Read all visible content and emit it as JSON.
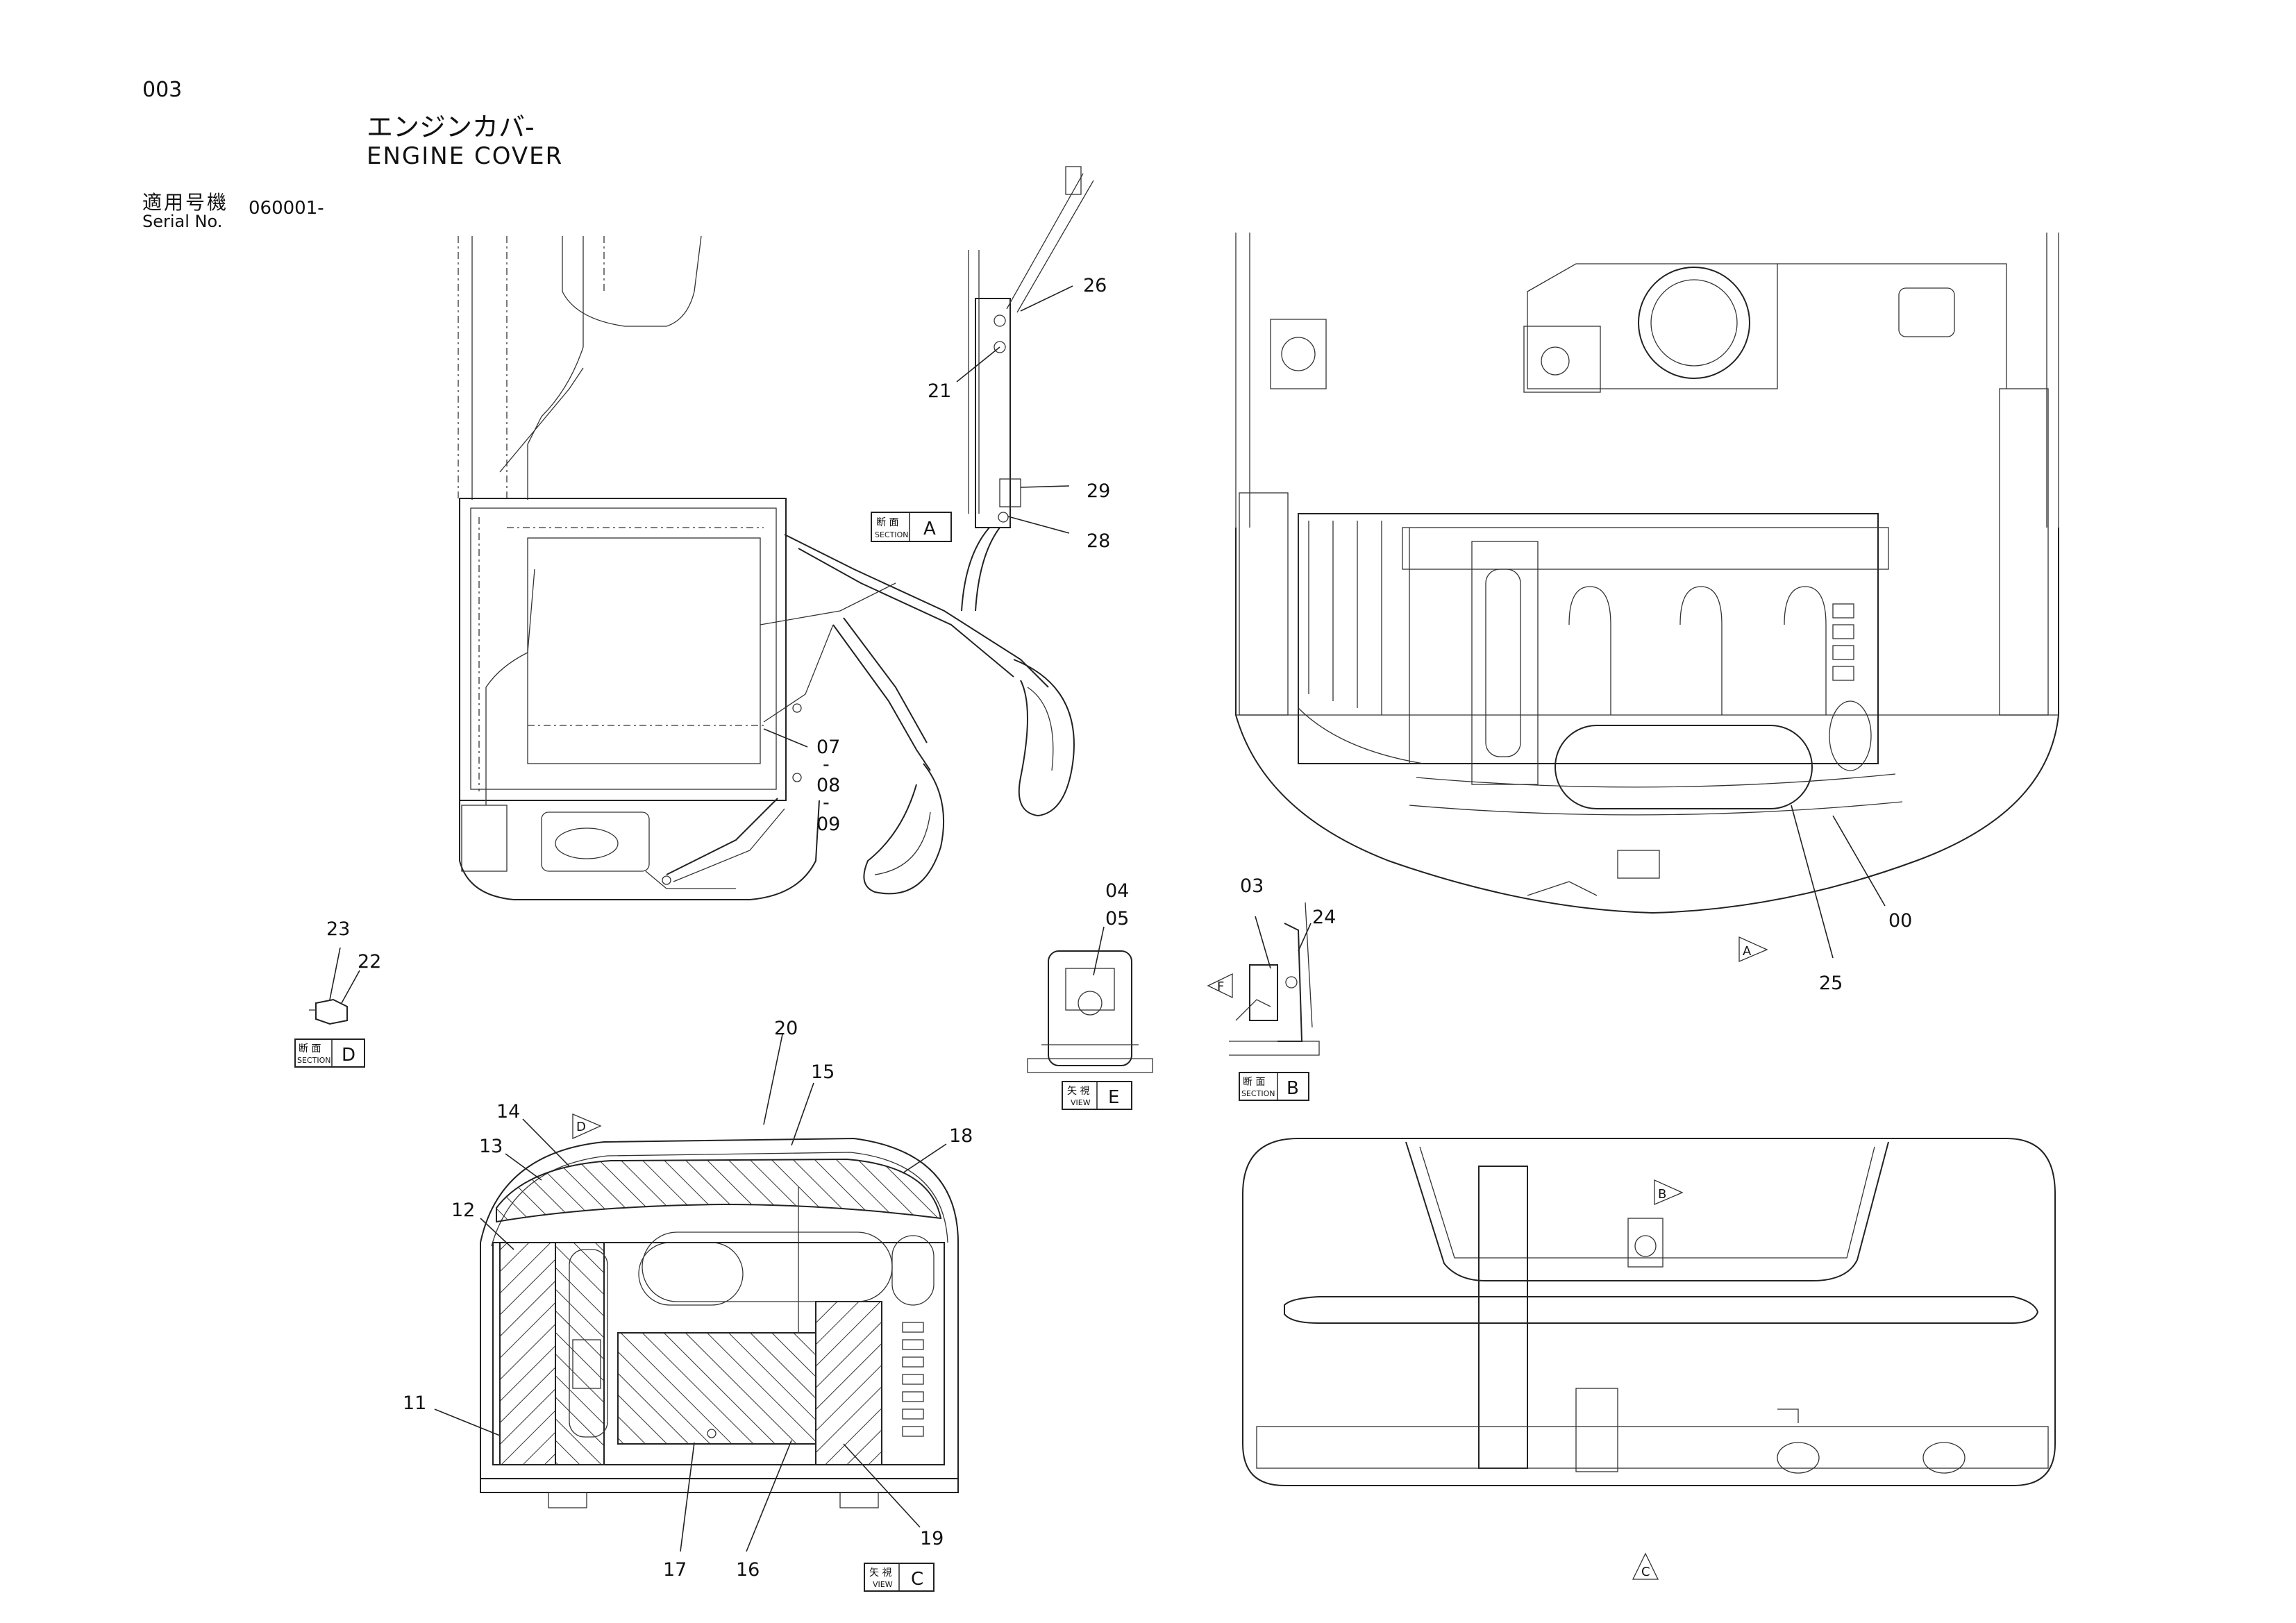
{
  "header": {
    "page_code": "003",
    "title_jp": "エンジンカバ-",
    "title_en": "ENGINE COVER",
    "serial_label_jp": "適用号機",
    "serial_label_en": "Serial No.",
    "serial_value": "060001-"
  },
  "callouts": {
    "p26": "26",
    "p21": "21",
    "p29": "29",
    "p28": "28",
    "p07": "07",
    "p08": "08",
    "p09": "09",
    "p04": "04",
    "p05": "05",
    "p03": "03",
    "p24": "24",
    "p00": "00",
    "p25": "25",
    "p23": "23",
    "p22": "22",
    "p20": "20",
    "p15": "15",
    "p14": "14",
    "p13": "13",
    "p18": "18",
    "p12": "12",
    "p11": "11",
    "p17": "17",
    "p16": "16",
    "p19": "19",
    "sep1": "-",
    "sep2": "-"
  },
  "tags": {
    "section_a": {
      "jp": "断 面",
      "en": "SECTION",
      "letter": "A"
    },
    "section_b": {
      "jp": "断 面",
      "en": "SECTION",
      "letter": "B"
    },
    "section_d": {
      "jp": "断 面",
      "en": "SECTION",
      "letter": "D"
    },
    "view_e": {
      "jp": "矢 視",
      "en": "VIEW",
      "letter": "E"
    },
    "view_c": {
      "jp": "矢 視",
      "en": "VIEW",
      "letter": "C"
    }
  },
  "markers": {
    "a": "A",
    "b": "B",
    "c": "C",
    "d": "D",
    "f": "F"
  }
}
